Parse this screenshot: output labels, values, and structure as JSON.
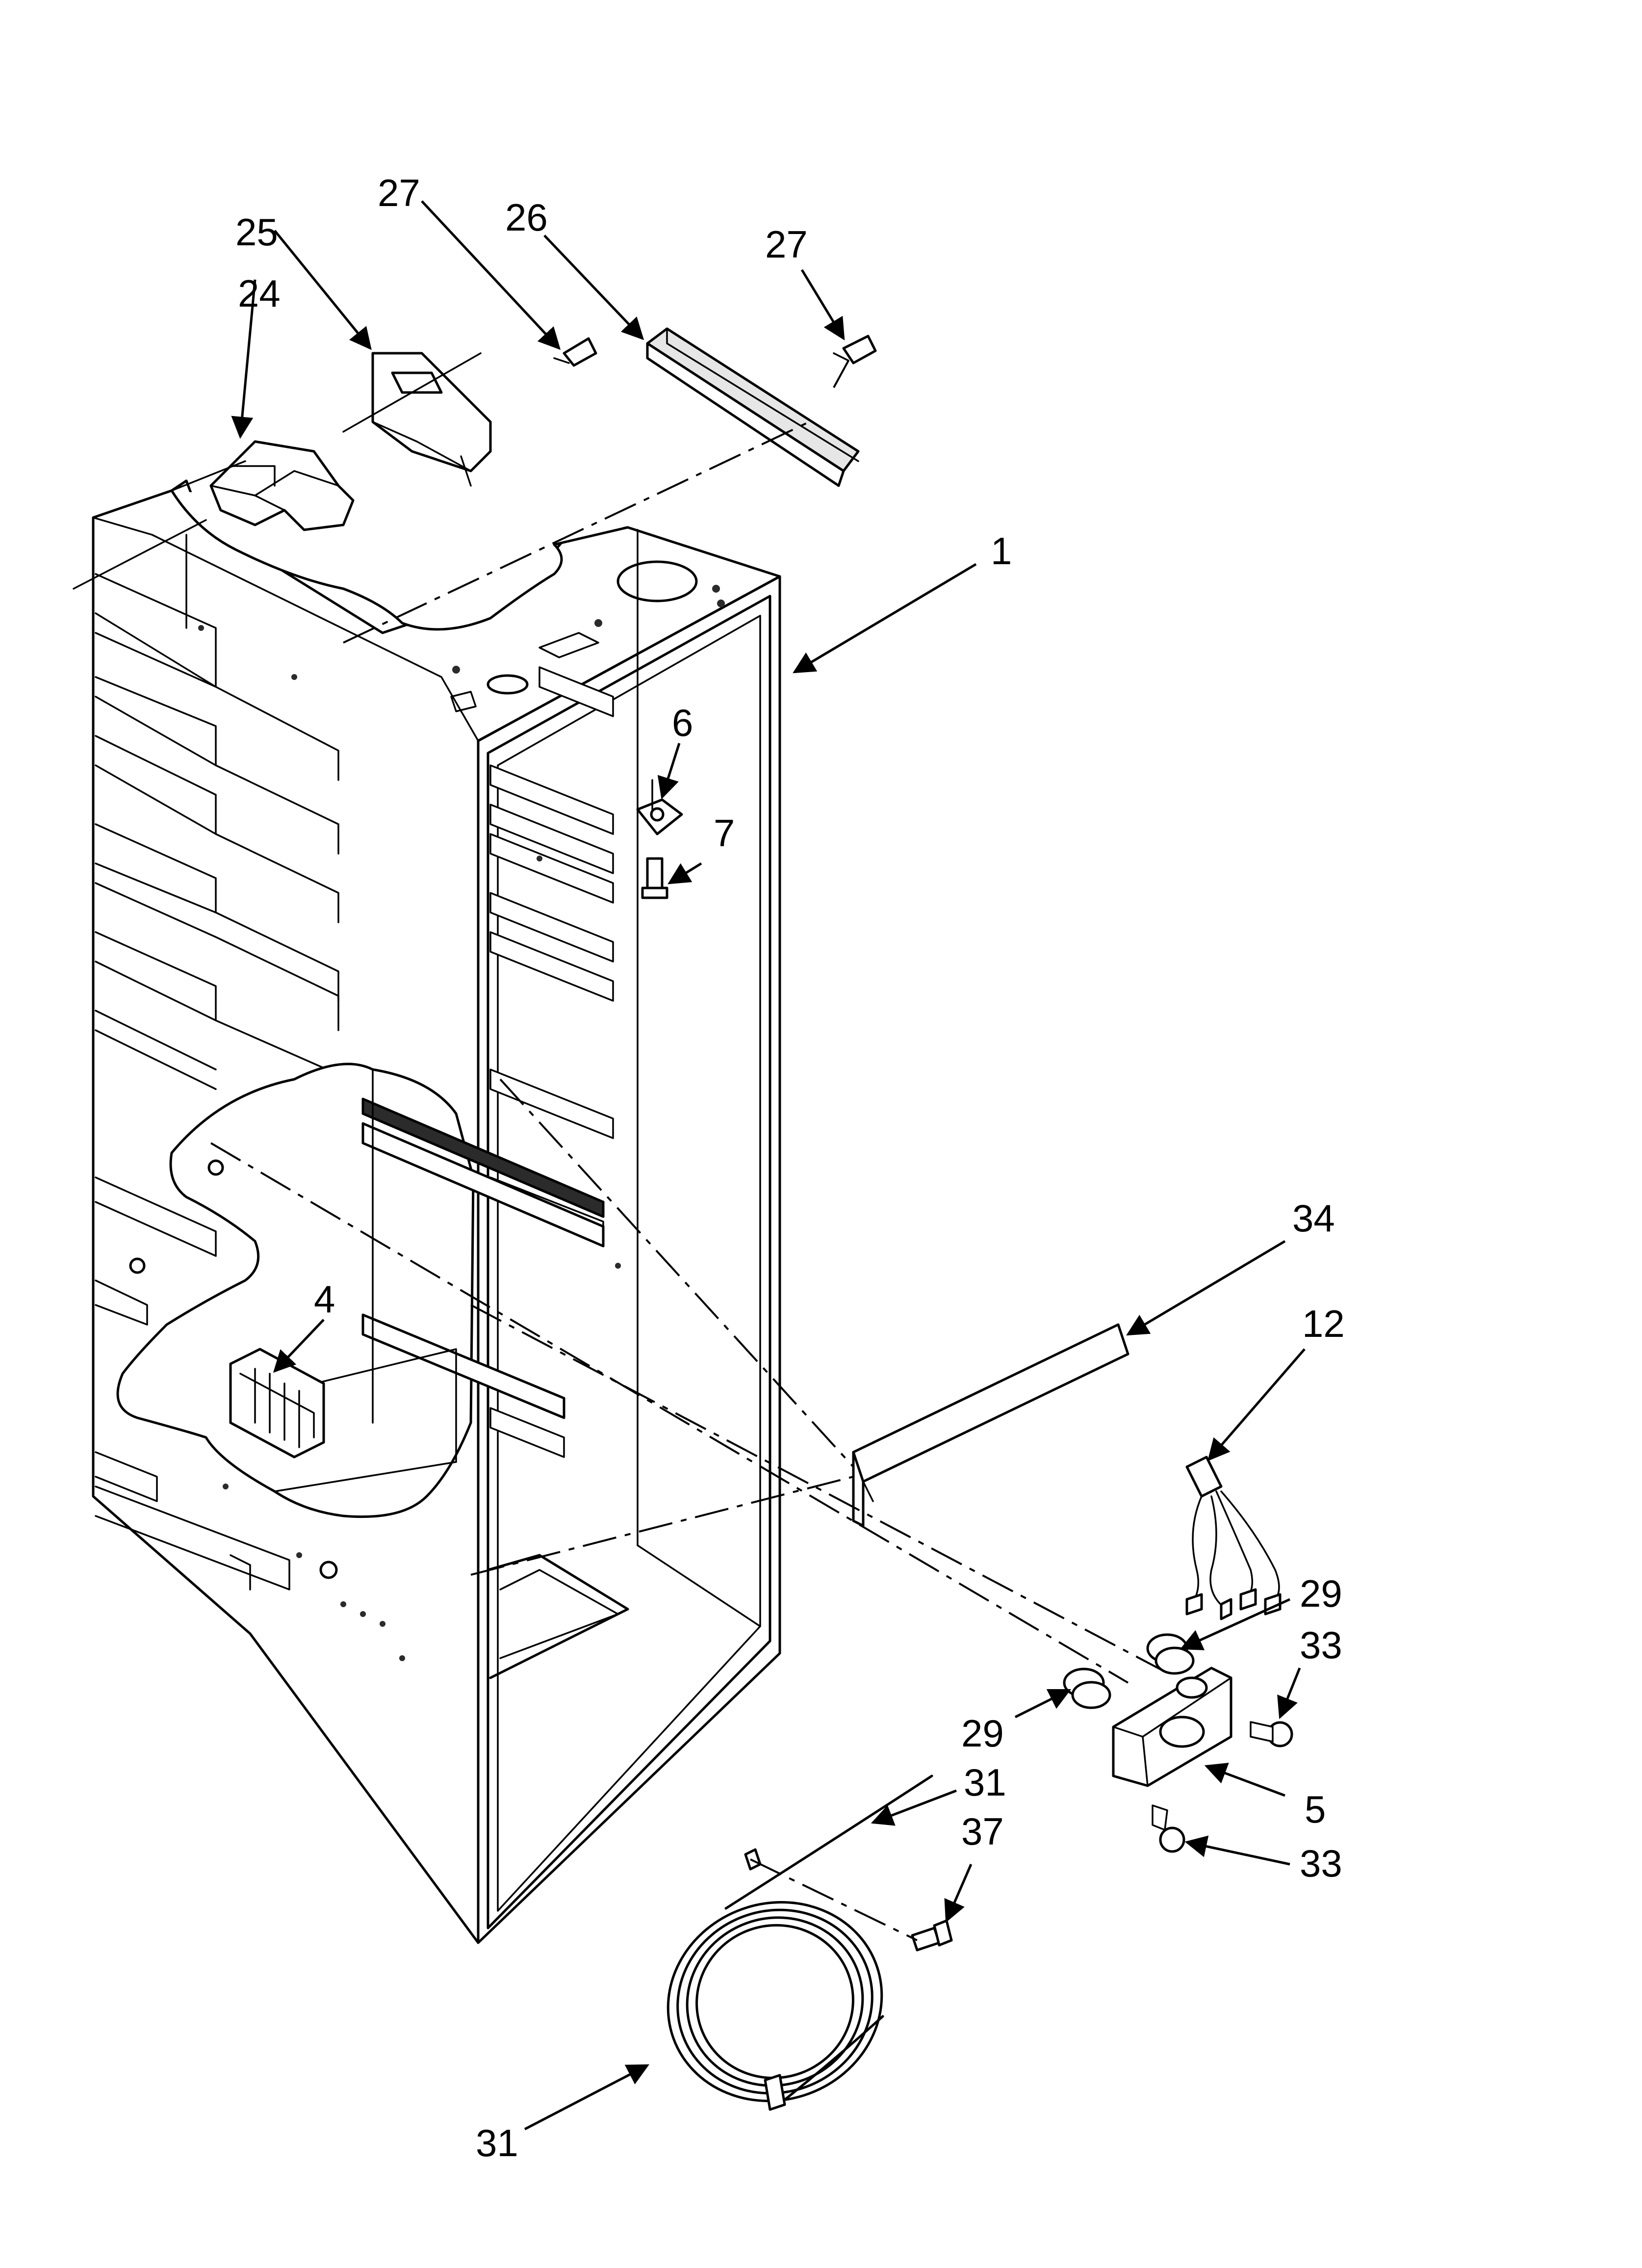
{
  "callouts": {
    "c1": "1",
    "c4": "4",
    "c5": "5",
    "c6": "6",
    "c7": "7",
    "c12": "12",
    "c24": "24",
    "c25": "25",
    "c26": "26",
    "c27a": "27",
    "c27b": "27",
    "c29a": "29",
    "c29b": "29",
    "c31a": "31",
    "c31b": "31",
    "c33a": "33",
    "c33b": "33",
    "c34": "34",
    "c37": "37"
  },
  "colors": {
    "line": "#000000",
    "background": "#ffffff",
    "part_shade": "#e6e6e6"
  }
}
